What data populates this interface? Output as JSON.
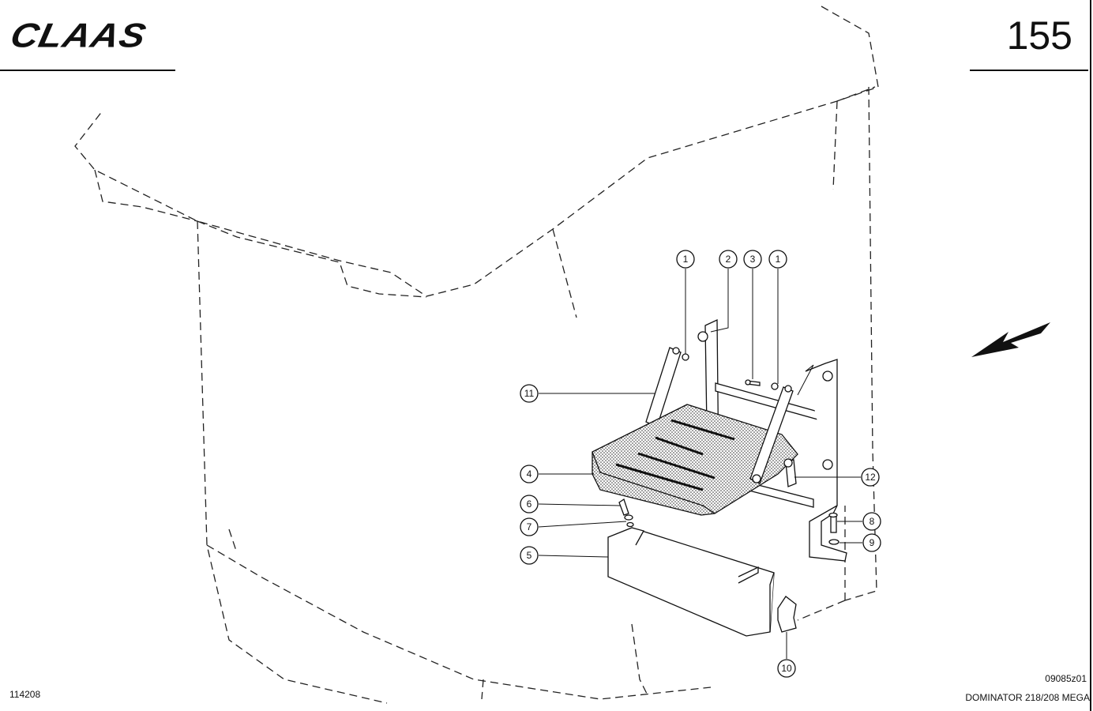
{
  "header": {
    "brand": "CLAAS",
    "page_number": "155"
  },
  "footer": {
    "left_code": "114208",
    "drawing_code": "09085z01",
    "model": "DOMINATOR 218/208 MEGA"
  },
  "callouts": [
    {
      "label": "1"
    },
    {
      "label": "2"
    },
    {
      "label": "3"
    },
    {
      "label": "1"
    },
    {
      "label": "11"
    },
    {
      "label": "4"
    },
    {
      "label": "12"
    },
    {
      "label": "6"
    },
    {
      "label": "7"
    },
    {
      "label": "5"
    },
    {
      "label": "8"
    },
    {
      "label": "9"
    },
    {
      "label": "10"
    }
  ]
}
